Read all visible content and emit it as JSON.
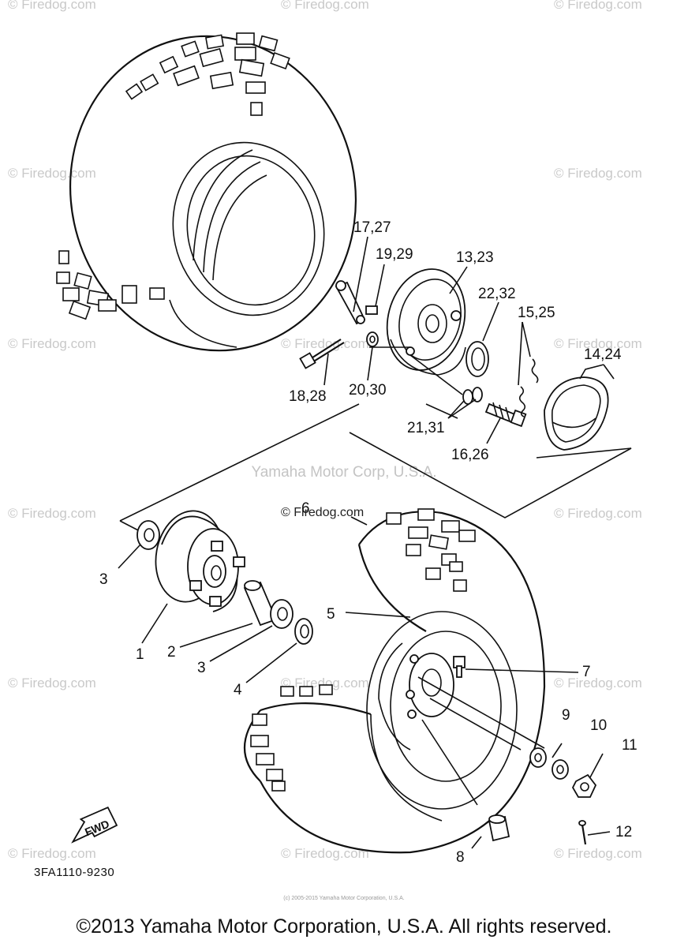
{
  "watermarks": [
    "© Firedog.com",
    "© Firedog.com",
    "© Firedog.com",
    "© Firedog.com",
    "© Firedog.com",
    "© Firedog.com",
    "© Firedog.com",
    "© Firedog.com",
    "© Firedog.com",
    "© Firedog.com",
    "© Firedog.com",
    "© Firedog.com",
    "© Firedog.com",
    "© Firedog.com",
    "© Firedog.com",
    "© Firedog.com"
  ],
  "center_watermark": "Yamaha Motor Corp, U.S.A.",
  "diagram_code": "3FA1110-9230",
  "tiny_notice": "(c) 2005-2015 Yamaha Motor Corporation, U.S.A.",
  "copyright": "©2013 Yamaha Motor Corporation, U.S.A. All rights reserved.",
  "fwd_label": "FWD",
  "part_labels": {
    "p1": "1",
    "p2": "2",
    "p3a": "3",
    "p3b": "3",
    "p4": "4",
    "p5": "5",
    "p6": "6",
    "p7": "7",
    "p8": "8",
    "p9": "9",
    "p10": "10",
    "p11": "11",
    "p12": "12",
    "p13_23": "13,23",
    "p14_24": "14,24",
    "p15_25": "15,25",
    "p16_26": "16,26",
    "p17_27": "17,27",
    "p18_28": "18,28",
    "p19_29": "19,29",
    "p20_30": "20,30",
    "p21_31": "21,31",
    "p22_32": "22,32"
  }
}
